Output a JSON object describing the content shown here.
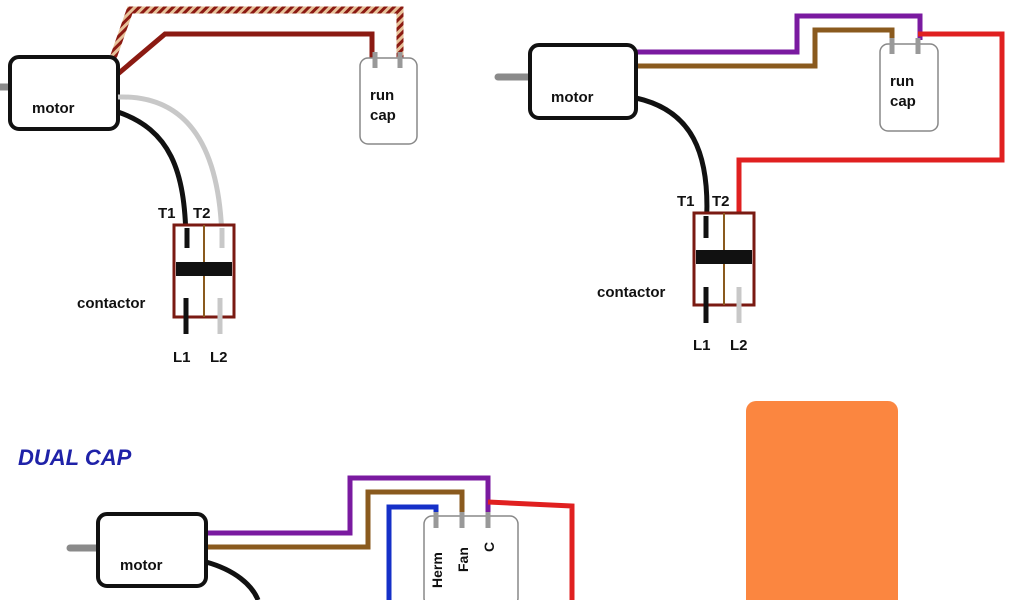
{
  "colors": {
    "black": "#111111",
    "gray": "#c8c8c8",
    "darkred": "#8b1a12",
    "purple": "#7a1aa0",
    "brown": "#8a5a1e",
    "red": "#e02020",
    "blue": "#1530c8",
    "orange": "#fb8640",
    "heading_blue": "#1f22a8"
  },
  "diagram_1": {
    "motor_label": "motor",
    "cap_label_line1": "run",
    "cap_label_line2": "cap",
    "t1": "T1",
    "t2": "T2",
    "contactor_label": "contactor",
    "l1": "L1",
    "l2": "L2"
  },
  "diagram_2": {
    "motor_label": "motor",
    "cap_label_line1": "run",
    "cap_label_line2": "cap",
    "t1": "T1",
    "t2": "T2",
    "contactor_label": "contactor",
    "l1": "L1",
    "l2": "L2"
  },
  "diagram_3": {
    "heading": "DUAL CAP",
    "motor_label": "motor",
    "terminal_herm": "Herm",
    "terminal_fan": "Fan",
    "terminal_c": "C"
  }
}
